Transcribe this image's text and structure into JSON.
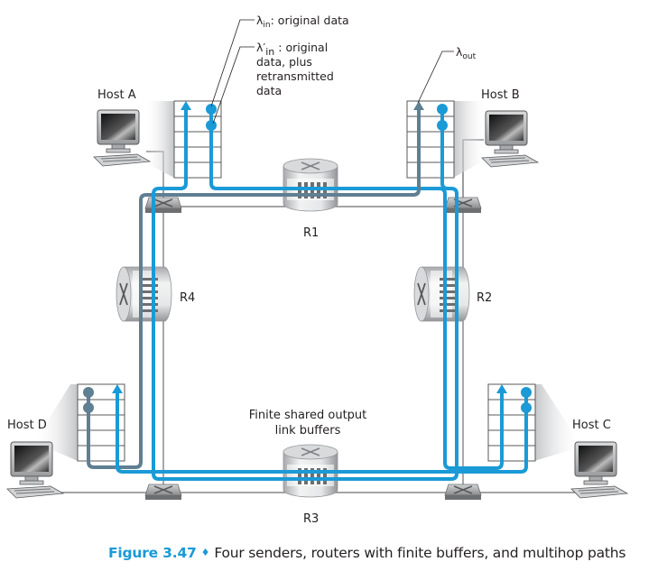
{
  "hosts": [
    {
      "id": "A",
      "label": "Host A"
    },
    {
      "id": "B",
      "label": "Host B"
    },
    {
      "id": "C",
      "label": "Host C"
    },
    {
      "id": "D",
      "label": "Host D"
    }
  ],
  "routers": [
    {
      "id": "R1",
      "label": "R1"
    },
    {
      "id": "R2",
      "label": "R2"
    },
    {
      "id": "R3",
      "label": "R3"
    },
    {
      "id": "R4",
      "label": "R4"
    }
  ],
  "annotations": {
    "lambda_in": {
      "symbol": "λ",
      "sub": "in",
      "text": ": original data"
    },
    "lambda_in_prime": {
      "symbol": "λ′",
      "sub": "in",
      "lines": [
        " : original",
        "data, plus",
        "retransmitted",
        "data"
      ]
    },
    "lambda_out": {
      "symbol": "λ",
      "sub": "out"
    },
    "buffers": {
      "lines": [
        "Finite shared output",
        "link buffers"
      ]
    }
  },
  "caption": {
    "figure": "Figure 3.47",
    "separator": "♦",
    "text": "Four senders, routers with finite buffers, and multihop paths"
  },
  "colors": {
    "path_blue": "#1a9ad6",
    "path_slate": "#5f7f92",
    "link_gray": "#6d6e70",
    "text": "#231f20"
  }
}
